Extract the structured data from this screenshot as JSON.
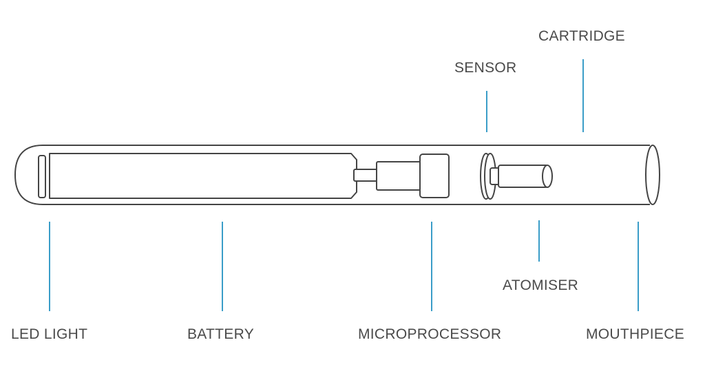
{
  "labels": {
    "led_light": "LED LIGHT",
    "battery": "BATTERY",
    "microprocessor": "MICROPROCESSOR",
    "sensor": "SENSOR",
    "cartridge": "CARTRIDGE",
    "atomiser": "ATOMISER",
    "mouthpiece": "MOUTHPIECE"
  },
  "colors": {
    "outline": "#444444",
    "leader_line": "#3a9dc8",
    "label_text": "#4a4a4a",
    "background": "#ffffff"
  }
}
